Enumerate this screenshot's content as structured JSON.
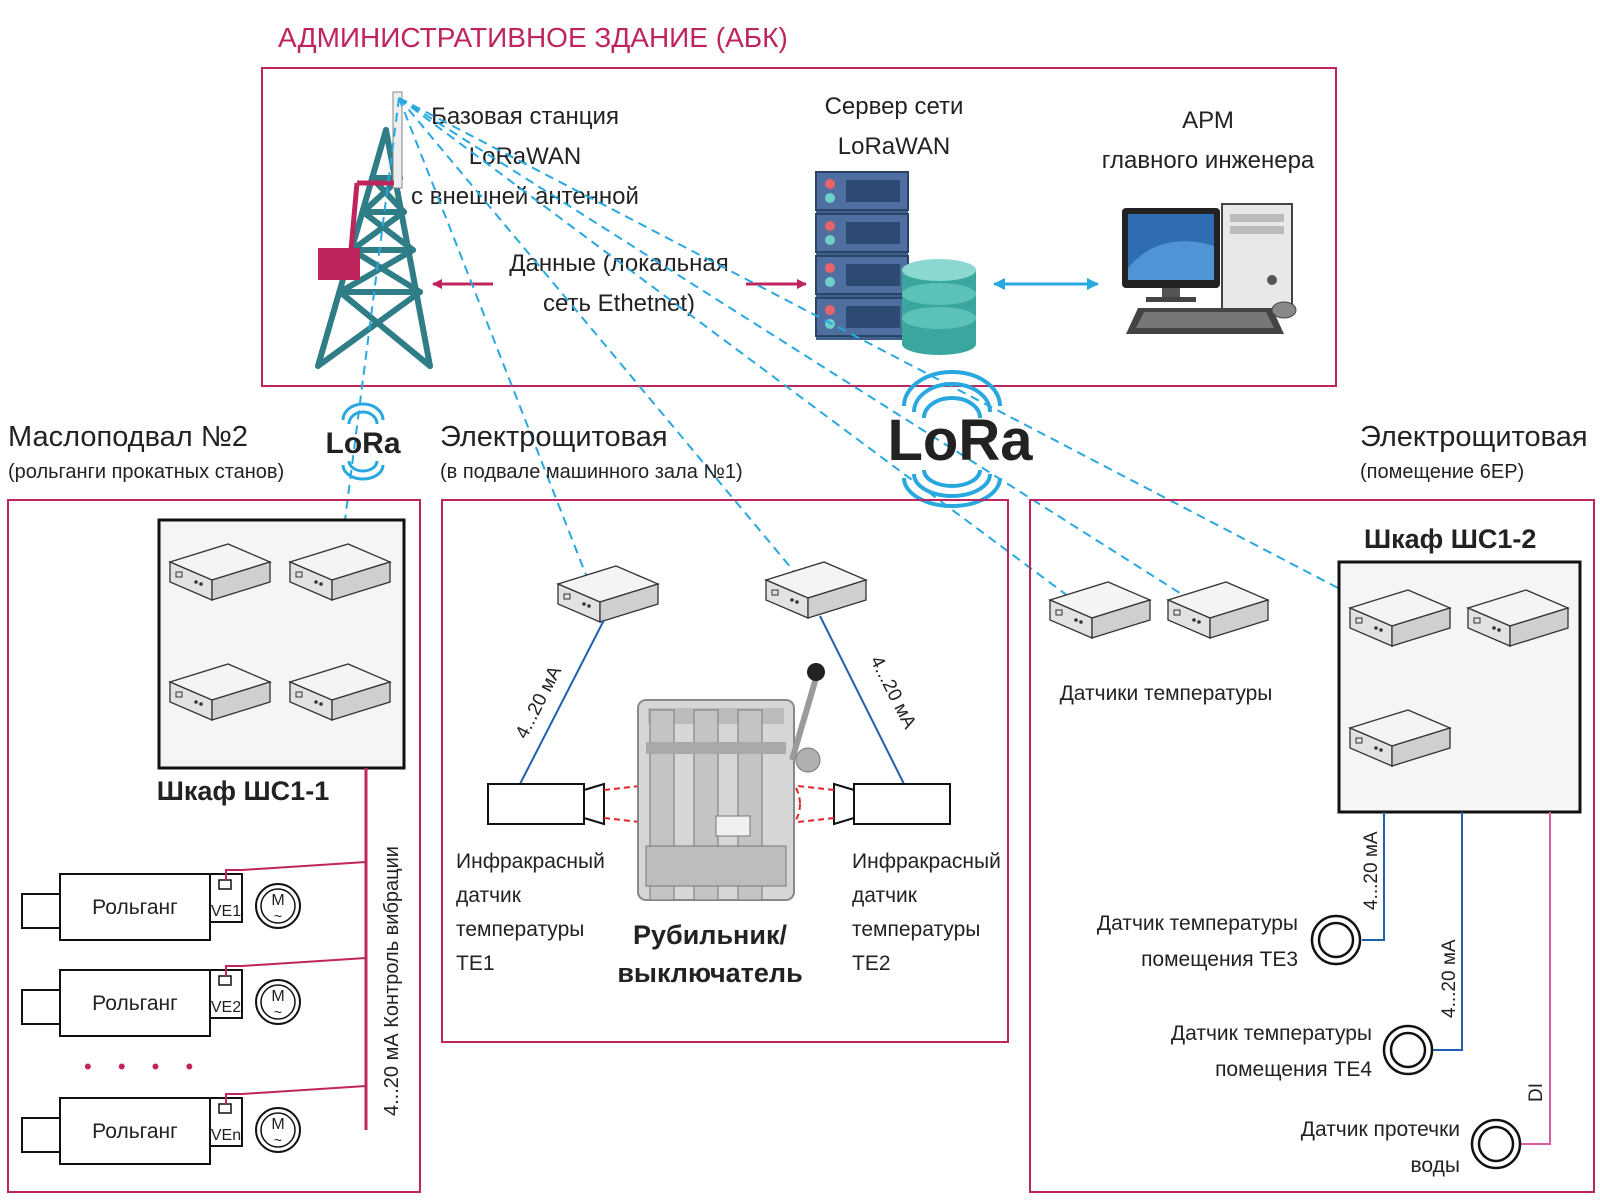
{
  "colors": {
    "magenta": "#c0245c",
    "teal": "#2f7d86",
    "lora_blue": "#29a8e0",
    "wire_blue": "#1f5fae",
    "wire_pink": "#e05aa0",
    "laser_red": "#e0242a",
    "text": "#222222"
  },
  "admin": {
    "title": "АДМИНИСТРАТИВНОЕ ЗДАНИЕ (АБК)",
    "base_station": [
      "Базовая станция",
      "LoRaWAN",
      "с внешней антенной"
    ],
    "server": [
      "Сервер сети",
      "LoRaWAN"
    ],
    "arm": [
      "АРМ",
      "главного инженера"
    ],
    "data_link": [
      "Данные (локальная",
      "сеть Ethetnet)"
    ]
  },
  "lora_small": "LoRa",
  "lora_big": "LoRa",
  "zone1": {
    "title": "Маслоподвал №2",
    "subtitle": "(рольганги прокатных станов)",
    "cabinet": "Шкаф ШС1-1",
    "bus_label": "4...20 мА  Контроль вибрации",
    "motor_symbol": "M",
    "motor_tilde": "~",
    "dots": "• • • •",
    "rows": [
      {
        "label": "Рольганг",
        "sensor": "VE1"
      },
      {
        "label": "Рольганг",
        "sensor": "VE2"
      },
      {
        "label": "Рольганг",
        "sensor": "VEn"
      }
    ]
  },
  "zone2": {
    "title": "Электрощитовая",
    "subtitle": "(в подвале машинного зала №1)",
    "signal_left": "4...20 мА",
    "signal_right": "4...20 мА",
    "ir_left": [
      "Инфракрасный",
      "датчик",
      "температуры",
      "TE1"
    ],
    "ir_right": [
      "Инфракрасный",
      "датчик",
      "температуры",
      "TE2"
    ],
    "switch": [
      "Рубильник/",
      "выключатель"
    ]
  },
  "zone3": {
    "title": "Электрощитовая",
    "subtitle": "(помещение 6ЕР)",
    "cabinet": "Шкаф ШС1-2",
    "temp_sensors": "Датчики температуры",
    "te3": [
      "Датчик температуры",
      "помещения TE3"
    ],
    "te4": [
      "Датчик температуры",
      "помещения TE4"
    ],
    "leak": [
      "Датчик протечки",
      "воды"
    ],
    "signal_te3": "4...20 мА",
    "signal_te4": "4...20 мА",
    "signal_leak": "DI"
  }
}
